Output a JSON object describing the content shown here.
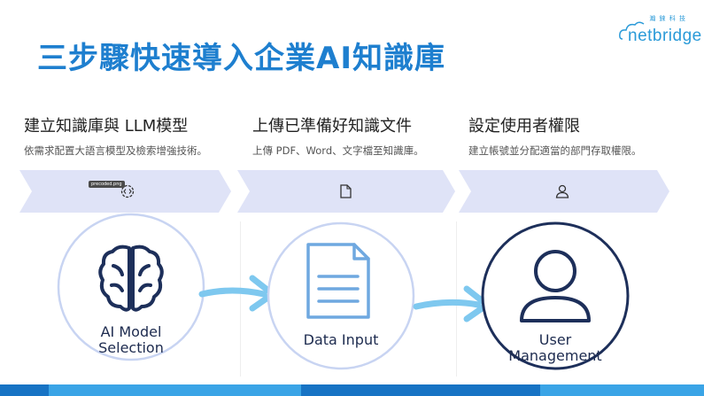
{
  "slide": {
    "title": "三步驟快速導入企業AI知識庫"
  },
  "logo": {
    "small_text": "瀚 錸 科 技",
    "word": "netbridge"
  },
  "steps": [
    {
      "heading": "建立知識庫與 LLM模型",
      "description": "依需求配置大語言模型及檢索增強技術。",
      "chevron_icon": "gear-code-icon",
      "circle_icon": "brain-icon",
      "circle_label_line1": "AI Model",
      "circle_label_line2": "Selection"
    },
    {
      "heading": "上傳已準備好知識文件",
      "description": "上傳 PDF、Word、文字檔至知識庫。",
      "chevron_icon": "document-icon",
      "circle_icon": "document-icon",
      "circle_label_line1": "Data Input",
      "circle_label_line2": ""
    },
    {
      "heading": "設定使用者權限",
      "description": "建立帳號並分配適當的部門存取權限。",
      "chevron_icon": "user-icon",
      "circle_icon": "user-icon",
      "circle_label_line1": "User",
      "circle_label_line2": "Management"
    }
  ],
  "image_tag": "precoded.png",
  "colors": {
    "title": "#1e7fcf",
    "chevron_fill": "#dfe3f7",
    "circle_stroke": "#c8d4f2",
    "arrow": "#7ec8ef",
    "icon_navy": "#1d2f5a",
    "icon_blue": "#6fa8e0",
    "bar_light": "#3aa4e6",
    "bar_dark": "#1773c4"
  }
}
